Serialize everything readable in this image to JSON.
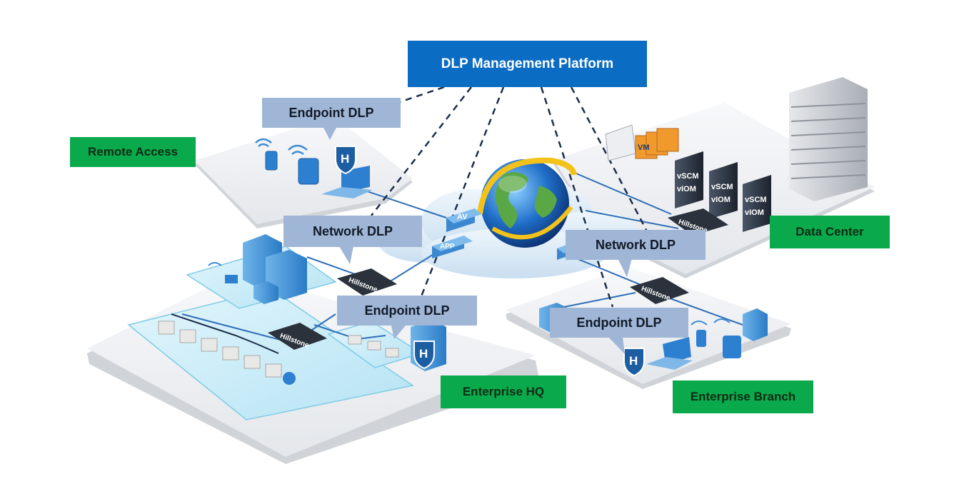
{
  "platform": {
    "label": "DLP Management Platform"
  },
  "zones": {
    "remote_access": "Remote Access",
    "data_center": "Data Center",
    "enterprise_hq": "Enterprise HQ",
    "enterprise_branch": "Enterprise Branch"
  },
  "callouts": {
    "endpoint_dlp_remote": "Endpoint DLP",
    "network_dlp_hq": "Network DLP",
    "endpoint_dlp_hq": "Endpoint DLP",
    "network_dlp_branch": "Network DLP",
    "endpoint_dlp_branch": "Endpoint DLP"
  },
  "device_labels": {
    "av": "AV",
    "app": "APP",
    "vm": "VM",
    "vscm": "vSCM",
    "viom": "vIOM",
    "firewall_brand": "Hillstone",
    "endpoint_agent": "H"
  },
  "colors": {
    "platform_blue": "#0a6cc2",
    "zone_green": "#0aaa4c",
    "callout_grey": "#9fb6d6",
    "platform_grey": "#eef0f3",
    "hq_cyan": "#c9ecf8"
  }
}
